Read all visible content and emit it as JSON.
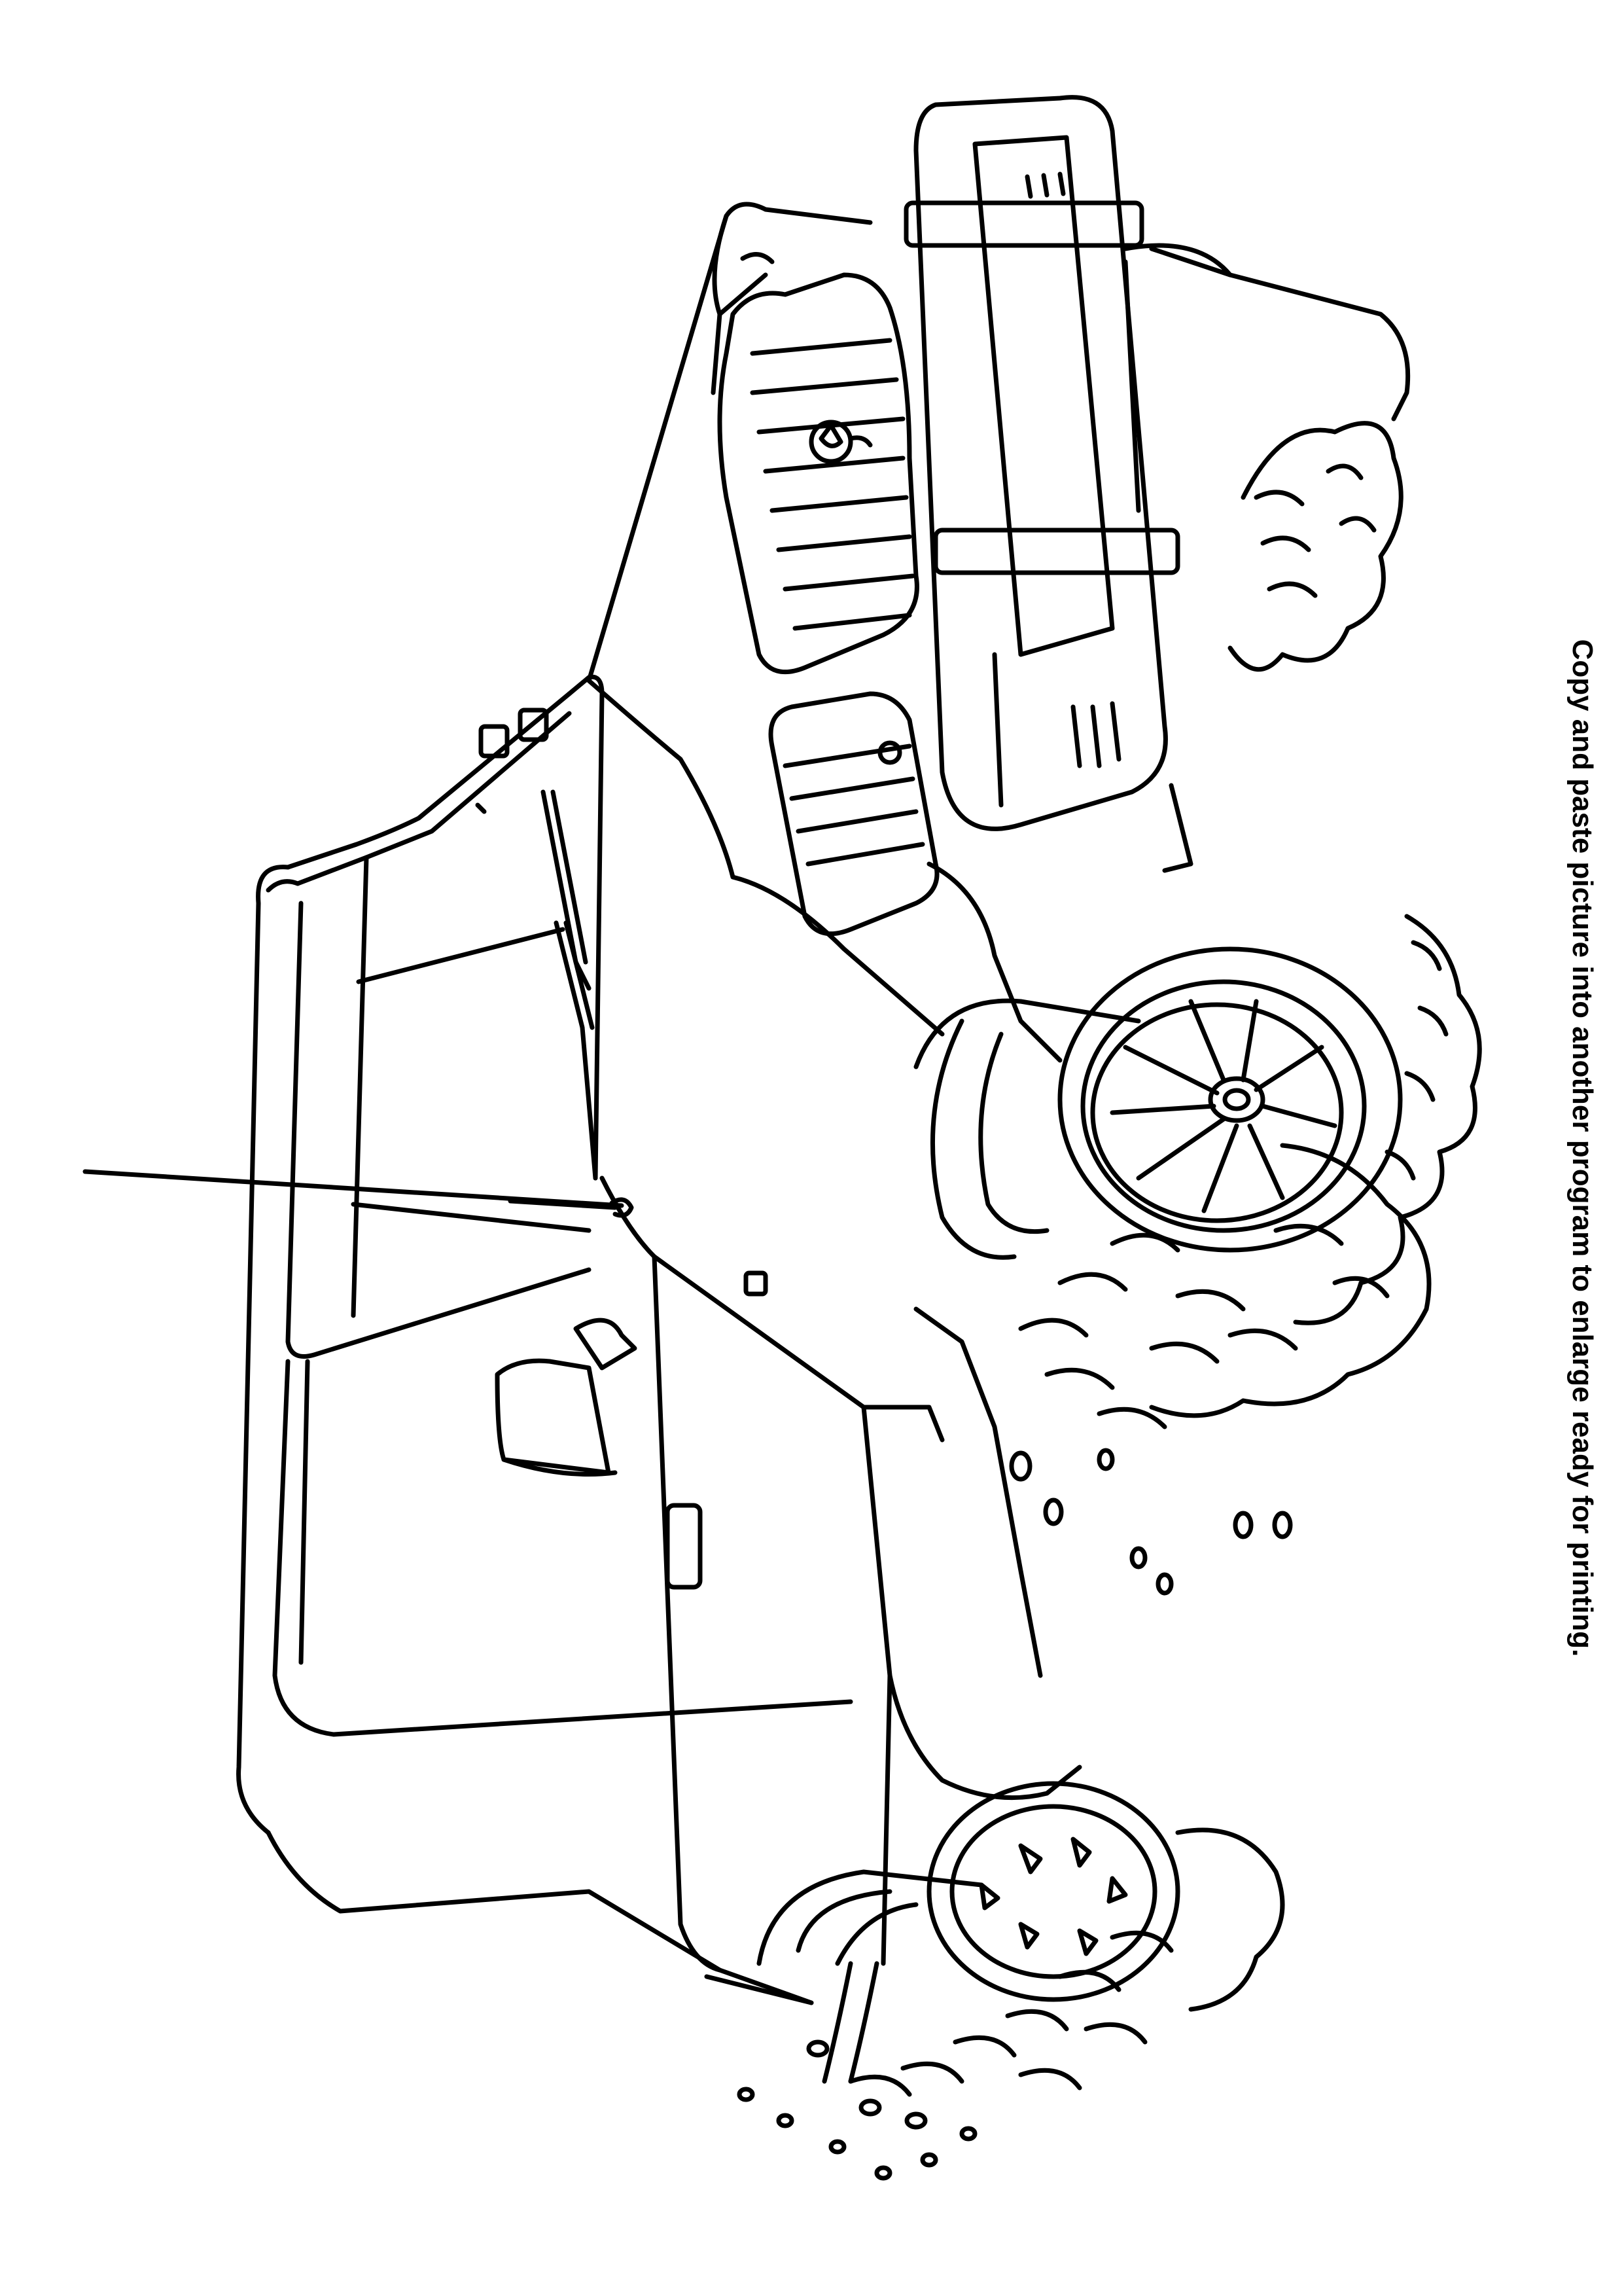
{
  "caption": "Copy and paste picture into another program to enlarge ready for printing.",
  "illustration": {
    "subject": "pickup-truck-driving-through-water",
    "style": "black-and-white line art coloring page",
    "line_color": "#000000",
    "background_color": "#ffffff"
  }
}
